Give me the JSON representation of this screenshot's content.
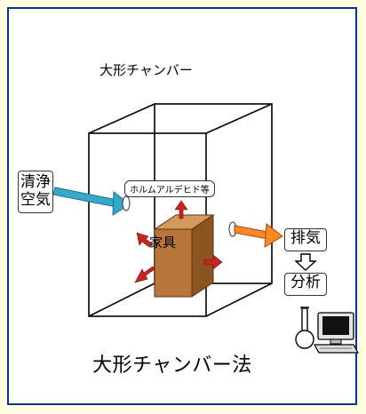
{
  "chamber_label": "大形チャンバー",
  "clean_air": {
    "line1": "清浄",
    "line2": "空気"
  },
  "substances_label": "ホルムアルデヒド等",
  "furniture_label": "家具",
  "exhaust_label": "排気",
  "analysis_label": "分析",
  "method_title": "大形チャンバー法",
  "colors": {
    "background": "#fffde0",
    "frame_border": "#003399",
    "inlet_arrow": "#33aacc",
    "outlet_arrow": "#ff8822",
    "emission_arrow": "#cc2222",
    "furniture_front": "#b8763a",
    "furniture_side": "#8a5520",
    "furniture_top": "#d29a5c"
  },
  "icons": [
    "flask-icon",
    "computer-icon",
    "down-arrow-icon"
  ]
}
